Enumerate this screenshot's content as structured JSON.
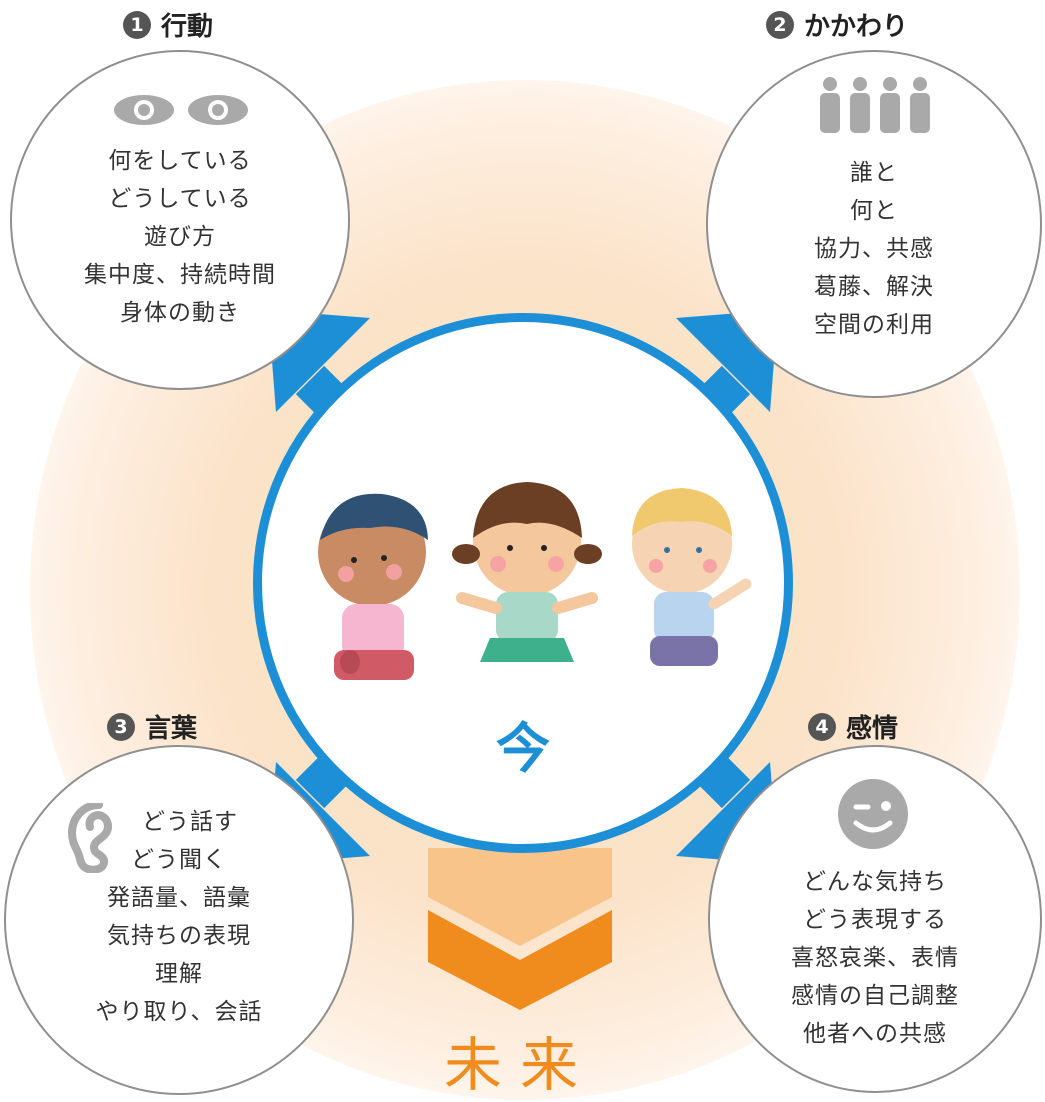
{
  "colors": {
    "accent_blue": "#1d8fd6",
    "accent_orange": "#f08c1e",
    "glow": "#fde2c4",
    "icon_gray": "#a9a9a9"
  },
  "center": {
    "label": "今",
    "illustration": "three-children-jumping"
  },
  "future": {
    "label": "未来",
    "arrow": "chevron-down"
  },
  "sections": [
    {
      "number": "1",
      "title": "行動",
      "icon": "eyes-icon",
      "lines": [
        "何をしている",
        "どうしている",
        "遊び方",
        "集中度、持続時間",
        "身体の動き"
      ]
    },
    {
      "number": "2",
      "title": "かかわり",
      "icon": "people-group-icon",
      "lines": [
        "誰と",
        "何と",
        "協力、共感",
        "葛藤、解決",
        "空間の利用"
      ]
    },
    {
      "number": "3",
      "title": "言葉",
      "icon": "ear-icon",
      "lines": [
        "どう話す",
        "どう聞く",
        "発語量、語彙",
        "気持ちの表現",
        "理解",
        "やり取り、会話"
      ]
    },
    {
      "number": "4",
      "title": "感情",
      "icon": "wink-face-icon",
      "lines": [
        "どんな気持ち",
        "どう表現する",
        "喜怒哀楽、表情",
        "感情の自己調整",
        "他者への共感"
      ]
    }
  ]
}
